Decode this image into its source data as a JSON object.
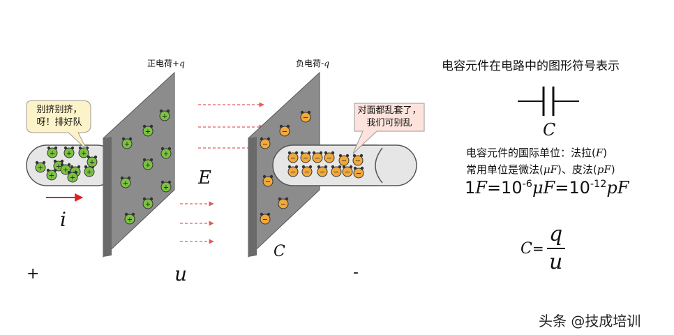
{
  "plates": {
    "positive_label": "正电荷+",
    "positive_symbol": "q",
    "negative_label": "负电荷-",
    "negative_symbol": "q",
    "positive_sign": "+",
    "negative_sign": "−"
  },
  "labels": {
    "current": "i",
    "field": "E",
    "capacitor": "C",
    "voltage": "u",
    "terminal_plus": "+",
    "terminal_minus": "-"
  },
  "bubbles": {
    "left_line1": "别挤别挤，",
    "left_line2": "呀！排好队",
    "right_line1": "对面都乱套了，",
    "right_line2": "我们可别乱"
  },
  "info": {
    "symbol_title": "电容元件在电路中的图形符号表示",
    "symbol_letter": "C",
    "unit_line1_prefix": "电容元件的国际单位：法拉(",
    "unit_line1_symbol": "F",
    "unit_line1_suffix": ")",
    "unit_line2_prefix": "常用单位是微法(",
    "unit_line2_sym1": "μF",
    "unit_line2_mid": ")、皮法(",
    "unit_line2_sym2": "pF",
    "unit_line2_suffix": ")",
    "conv_1": "1",
    "conv_F1": "F",
    "conv_eq1": "=10",
    "conv_exp1": "-6",
    "conv_muF": "μF",
    "conv_eq2": "=10",
    "conv_exp2": "-12",
    "conv_pF": "pF",
    "formula_c": "C",
    "formula_eq": "=",
    "formula_num": "q",
    "formula_den": "u"
  },
  "watermark": "头条 @技成培训",
  "colors": {
    "plate": "#8c8c8c",
    "plate_edge": "#6a6a6a",
    "tube": "#e6e6e6",
    "positive_charge": "#7cc242",
    "negative_charge": "#f2a93b",
    "field_line": "#e85a5a",
    "current_arrow": "#e02020",
    "bubble_left": "#fdf3c8",
    "bubble_right": "#fde3dc"
  }
}
